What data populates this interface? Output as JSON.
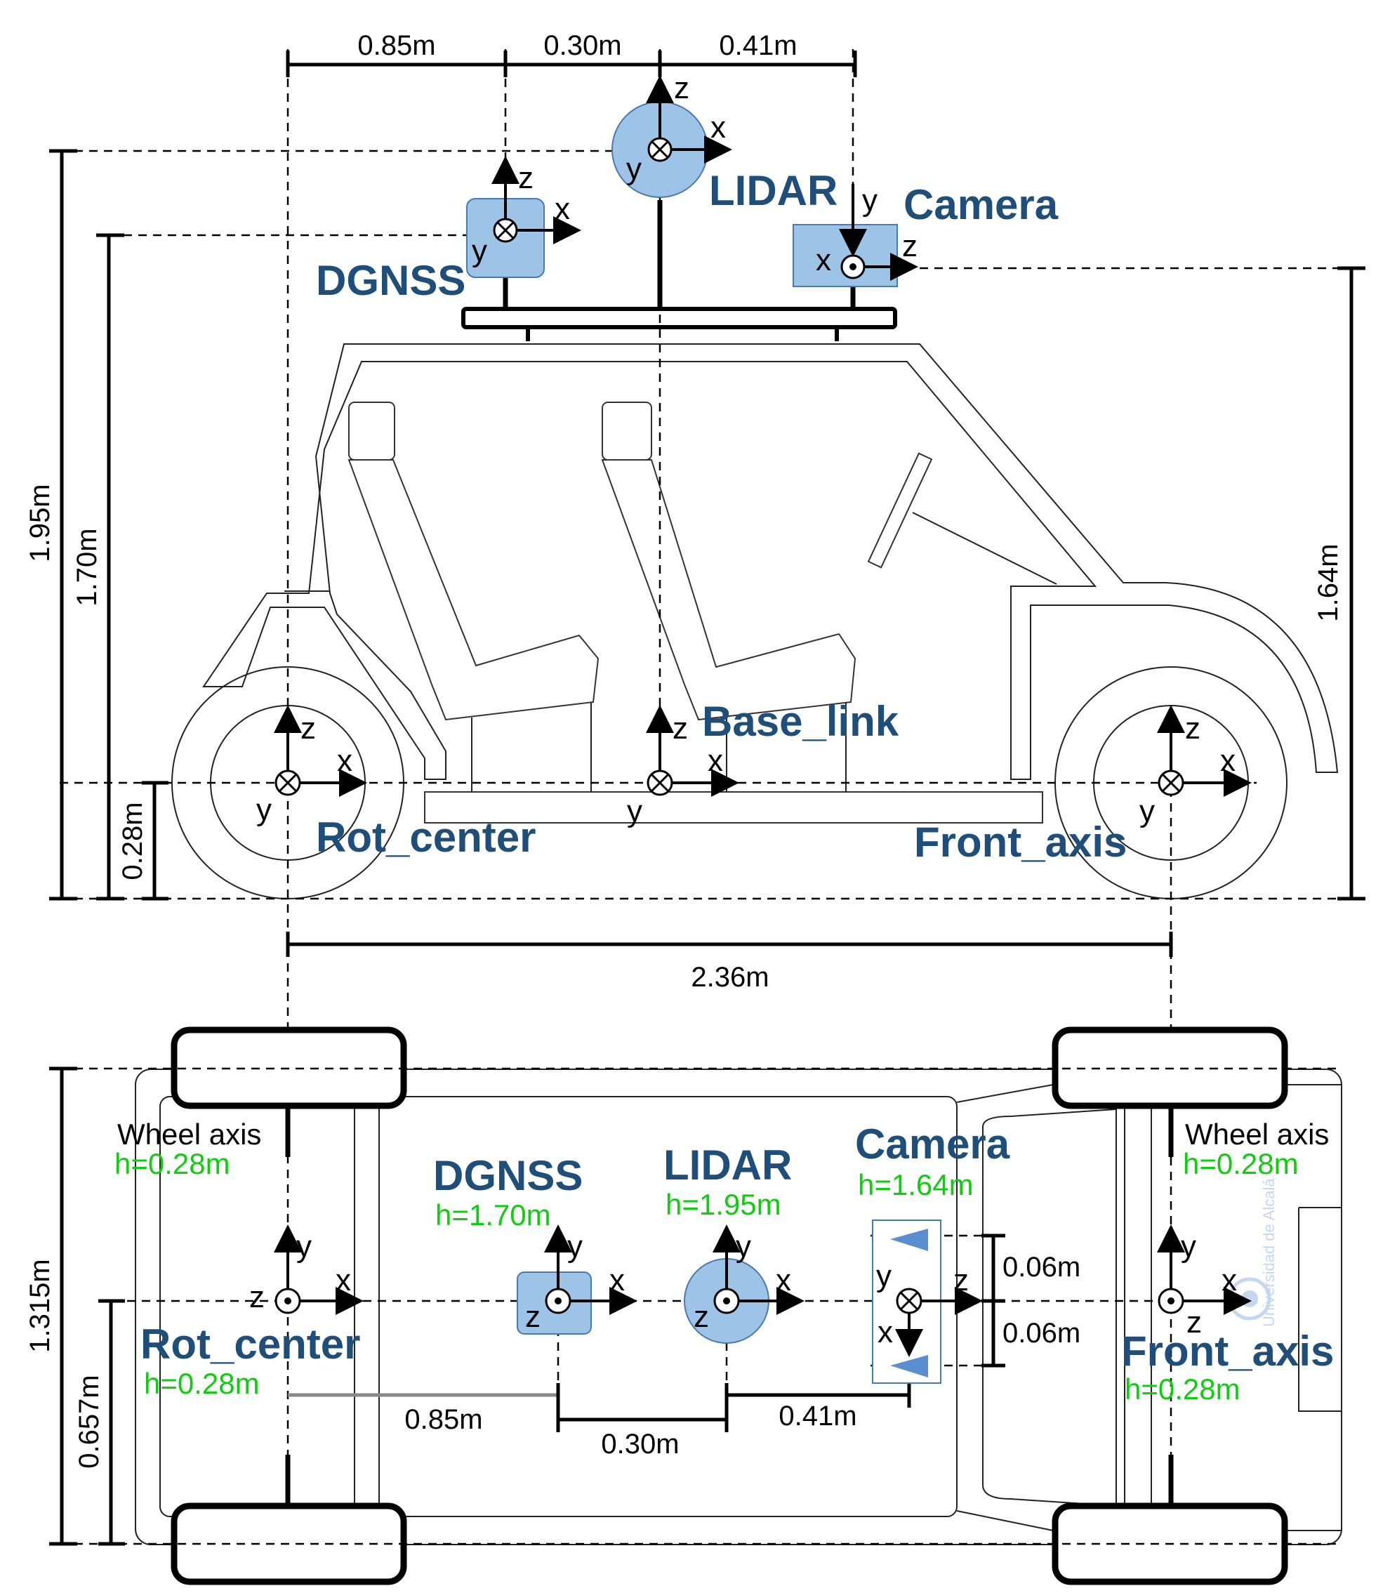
{
  "side_view": {
    "dims_top": [
      "0.85m",
      "0.30m",
      "0.41m"
    ],
    "dims_left": [
      "1.95m",
      "1.70m",
      "0.28m"
    ],
    "dim_right": "1.64m",
    "wheelbase": "2.36m",
    "labels": {
      "lidar": "LIDAR",
      "camera": "Camera",
      "dgnss": "DGNSS",
      "base_link": "Base_link",
      "rot_center": "Rot_center",
      "front_axis": "Front_axis"
    }
  },
  "top_view": {
    "dim_width": "1.315m",
    "dim_half": "0.657m",
    "dims_bottom": [
      "0.85m",
      "0.30m",
      "0.41m"
    ],
    "dims_camera": [
      "0.06m",
      "0.06m"
    ],
    "wheel_axis_left": "Wheel axis",
    "wheel_axis_left_h": "h=0.28m",
    "wheel_axis_right": "Wheel axis",
    "wheel_axis_right_h": "h=0.28m",
    "labels": {
      "dgnss": "DGNSS",
      "dgnss_h": "h=1.70m",
      "lidar": "LIDAR",
      "lidar_h": "h=1.95m",
      "camera": "Camera",
      "camera_h": "h=1.64m",
      "rot_center": "Rot_center",
      "rot_center_h": "h=0.28m",
      "front_axis": "Front_axis",
      "front_axis_h": "h=0.28m"
    },
    "watermark": "Universidad de Alcalá"
  },
  "axis_letters": {
    "x": "x",
    "y": "y",
    "z": "z"
  },
  "colors": {
    "sensor_fill": "#9dc3e6",
    "label_blue": "#1f4e79",
    "height_green": "#11cc11"
  }
}
